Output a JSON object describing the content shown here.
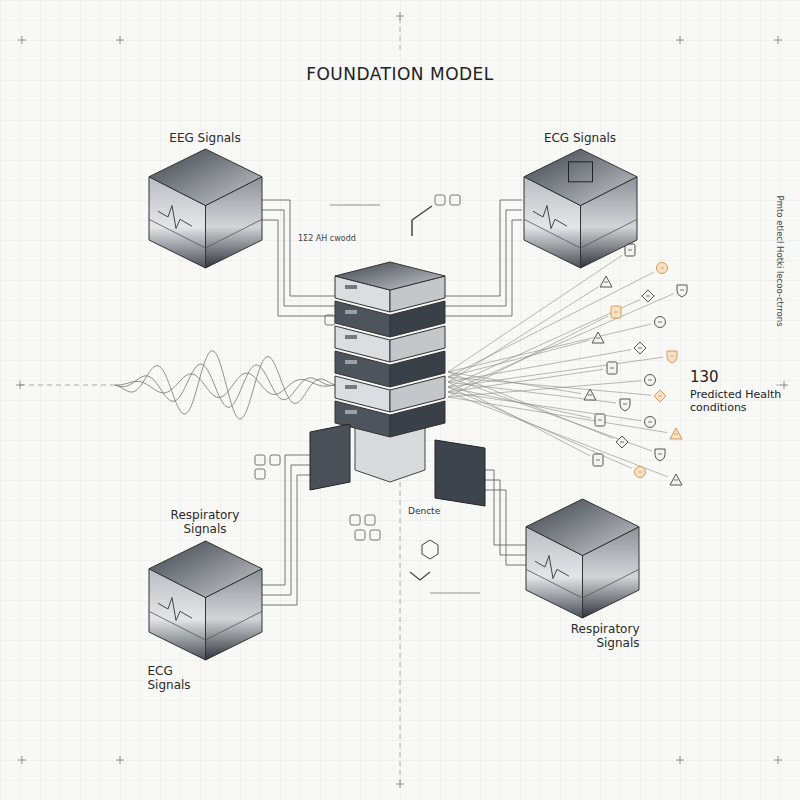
{
  "diagram": {
    "title": "FOUNDATION MODEL",
    "nodes": [
      {
        "text": [
          "EEG Signals"
        ]
      },
      {
        "text": [
          "ECG Signals"
        ]
      },
      {
        "text": [
          "Respiratory Signals",
          "ECG Signals"
        ]
      },
      {
        "text": [
          "Respiratory Signals"
        ]
      }
    ],
    "labels": [
      "130",
      "Predicted Health conditions",
      "1Σ2 AH cwodd",
      "Dencte",
      "Pmto etlecl Hotki lecoo-ctrrons"
    ]
  }
}
